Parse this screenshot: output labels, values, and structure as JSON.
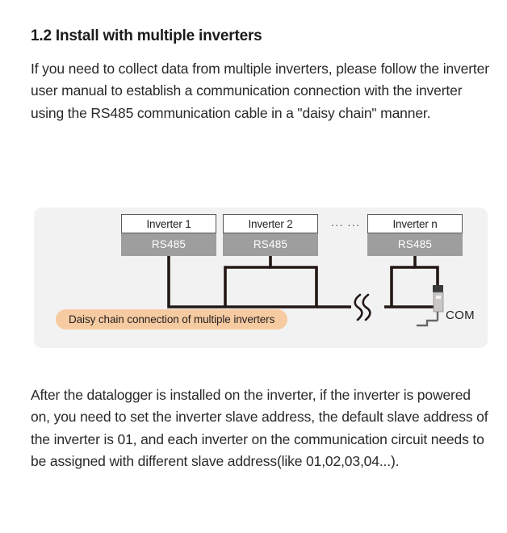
{
  "heading": "1.2 Install with multiple inverters",
  "paragraphs": {
    "intro": "If you need to collect data from multiple inverters, please follow the inverter user manual to establish a communication connection with the inverter using the RS485 communication cable in a \"daisy chain\" manner.",
    "outro": "After the datalogger is installed on the inverter, if the inverter is powered on, you need to set the inverter slave address, the default slave address of the inverter is 01, and each inverter on the communication circuit needs to be assigned with different slave address(like 01,02,03,04...)."
  },
  "diagram": {
    "inverters": [
      {
        "title": "Inverter 1",
        "port": "RS485"
      },
      {
        "title": "Inverter 2",
        "port": "RS485"
      },
      {
        "title": "Inverter n",
        "port": "RS485"
      }
    ],
    "ellipsis": "··· ···",
    "connector_label": "COM",
    "caption": "Daisy chain connection of multiple inverters",
    "colors": {
      "panel_background": "#f2f2f2",
      "port_fill": "#9e9e9e",
      "port_text": "#ffffff",
      "box_border": "#595757",
      "wire": "#231815",
      "caption_background": "#f7cba1",
      "caption_text": "#231f20"
    }
  }
}
